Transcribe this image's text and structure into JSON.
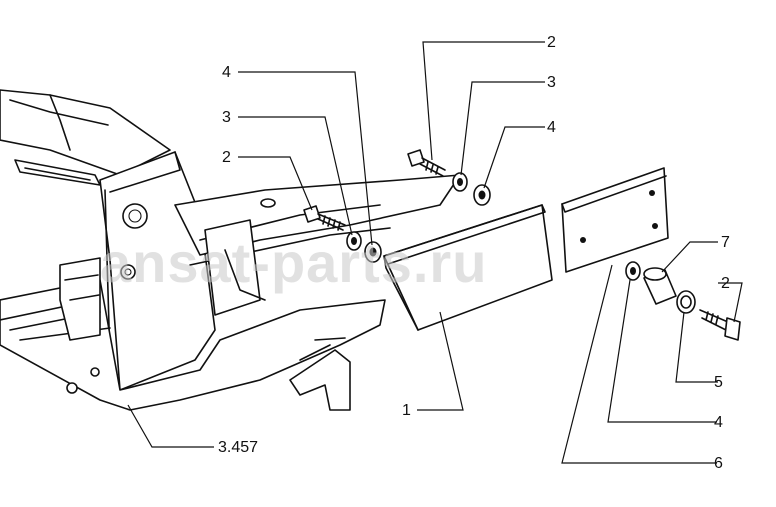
{
  "watermark": "ansat-parts.ru",
  "callouts": [
    {
      "label": "4"
    },
    {
      "label": "3"
    },
    {
      "label": "2"
    },
    {
      "label": "2"
    },
    {
      "label": "3"
    },
    {
      "label": "4"
    },
    {
      "label": "7"
    },
    {
      "label": "2"
    },
    {
      "label": "5"
    },
    {
      "label": "1"
    },
    {
      "label": "4"
    },
    {
      "label": "6"
    },
    {
      "label": "3.457"
    }
  ]
}
